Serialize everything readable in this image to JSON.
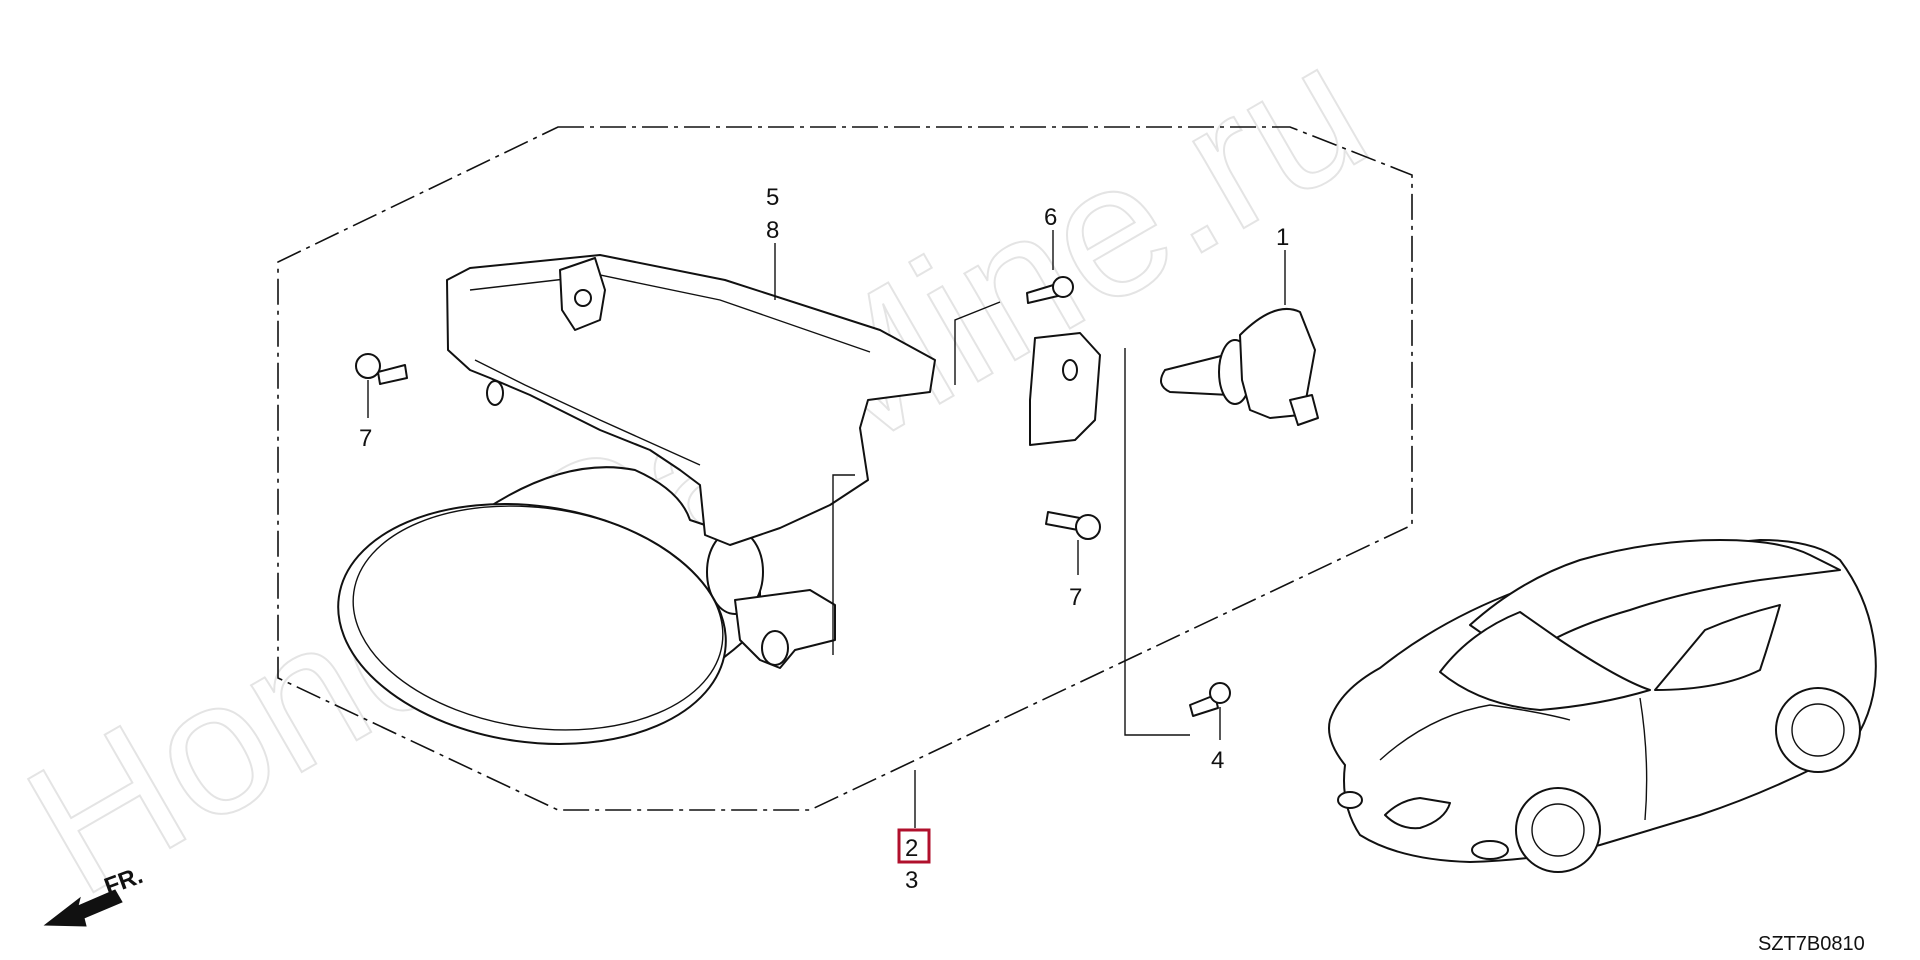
{
  "diagram": {
    "watermark": "HondaCarMine.ru",
    "drawing_code": "SZT7B0810",
    "front_indicator": "FR.",
    "highlighted_part": "2",
    "callouts": {
      "c1": "1",
      "c2": "2",
      "c3": "3",
      "c4": "4",
      "c5": "5",
      "c6": "6",
      "c7a": "7",
      "c7b": "7",
      "c8": "8"
    }
  }
}
